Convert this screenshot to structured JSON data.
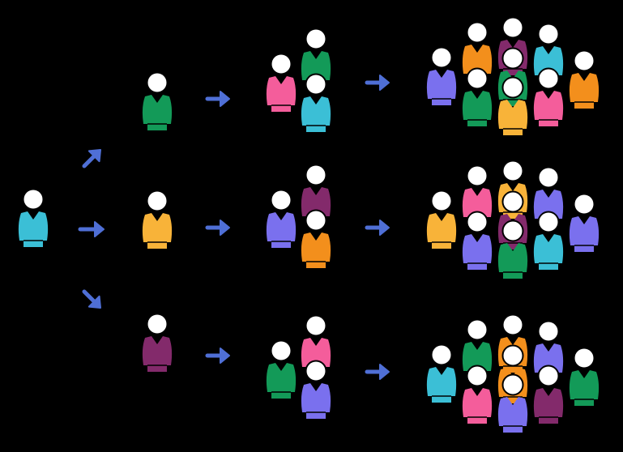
{
  "colors": {
    "background": "#000000",
    "head": "#ffffff",
    "arrow": "#4f6fd6",
    "cyan": "#3bbfd6",
    "green": "#139a58",
    "amber": "#f8b339",
    "plum": "#832a6b",
    "pink": "#f45d9b",
    "violet": "#7a70ee",
    "orange": "#f38f1c"
  },
  "diagram": {
    "source": {
      "color": "cyan"
    },
    "generation_1": [
      {
        "color": "green"
      },
      {
        "color": "amber"
      },
      {
        "color": "plum"
      }
    ],
    "generation_2": [
      [
        "pink",
        "green",
        "cyan"
      ],
      [
        "violet",
        "plum",
        "orange"
      ],
      [
        "green",
        "pink",
        "violet"
      ]
    ],
    "generation_3": [
      [
        "violet",
        "orange",
        "plum",
        "cyan",
        "orange",
        "green",
        "amber",
        "green",
        "pink"
      ],
      [
        "amber",
        "pink",
        "amber",
        "violet",
        "violet",
        "violet",
        "green",
        "plum",
        "cyan"
      ],
      [
        "cyan",
        "green",
        "orange",
        "violet",
        "green",
        "pink",
        "violet",
        "orange",
        "plum"
      ]
    ],
    "arrow_icon": "right-arrow-icon"
  }
}
